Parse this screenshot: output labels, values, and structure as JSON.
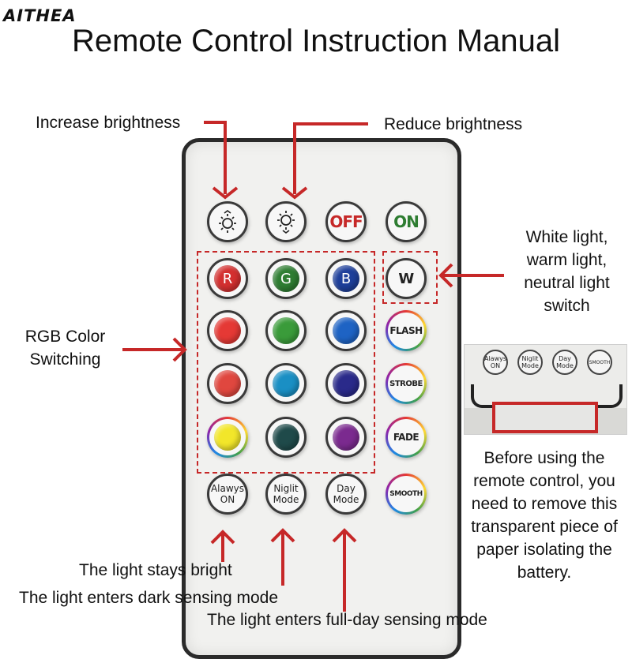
{
  "brand": "AITHEA",
  "title": "Remote Control Instruction Manual",
  "labels": {
    "increase": "Increase brightness",
    "reduce": "Reduce brightness",
    "white": [
      "White light,",
      "warm light,",
      "neutral light",
      "switch"
    ],
    "rgb": [
      "RGB Color",
      "Switching"
    ],
    "stays": "The light stays bright",
    "dark": "The light enters dark sensing mode",
    "fullday": "The light enters full-day sensing mode",
    "battery": [
      "Before using the",
      "remote control, you",
      "need to remove this",
      "transparent piece of",
      "paper isolating the",
      "battery."
    ]
  },
  "buttons": {
    "off": "OFF",
    "on": "ON",
    "r": "R",
    "g": "G",
    "b": "B",
    "w": "W",
    "flash": "FLASH",
    "strobe": "STROBE",
    "fade": "FADE",
    "smooth": "SMOOTH",
    "always_1": "Alawys",
    "always_2": "ON",
    "niglit_1": "Niglit",
    "niglit_2": "Mode",
    "day_1": "Day",
    "day_2": "Mode"
  },
  "inset_buttons": {
    "always_1": "Alawys",
    "always_2": "ON",
    "niglit_1": "Niglit",
    "niglit_2": "Mode",
    "day_1": "Day",
    "day_2": "Mode",
    "smooth": "SMOOTH"
  },
  "colors": {
    "accent": "#c62828",
    "red": "#d32f2f",
    "green": "#2e7d32",
    "blue": "#1e3f9a",
    "red2": "#e53935",
    "green2": "#3a9b3a",
    "blue2": "#1e63c4",
    "red3": "#e0473f",
    "cyan": "#1a8fc4",
    "indigo": "#2a2a8a",
    "yellow": "#f2e62a",
    "teal": "#1f4a4a",
    "purple": "#7b2a8f",
    "off": "#c62828",
    "on": "#2e7d32"
  }
}
